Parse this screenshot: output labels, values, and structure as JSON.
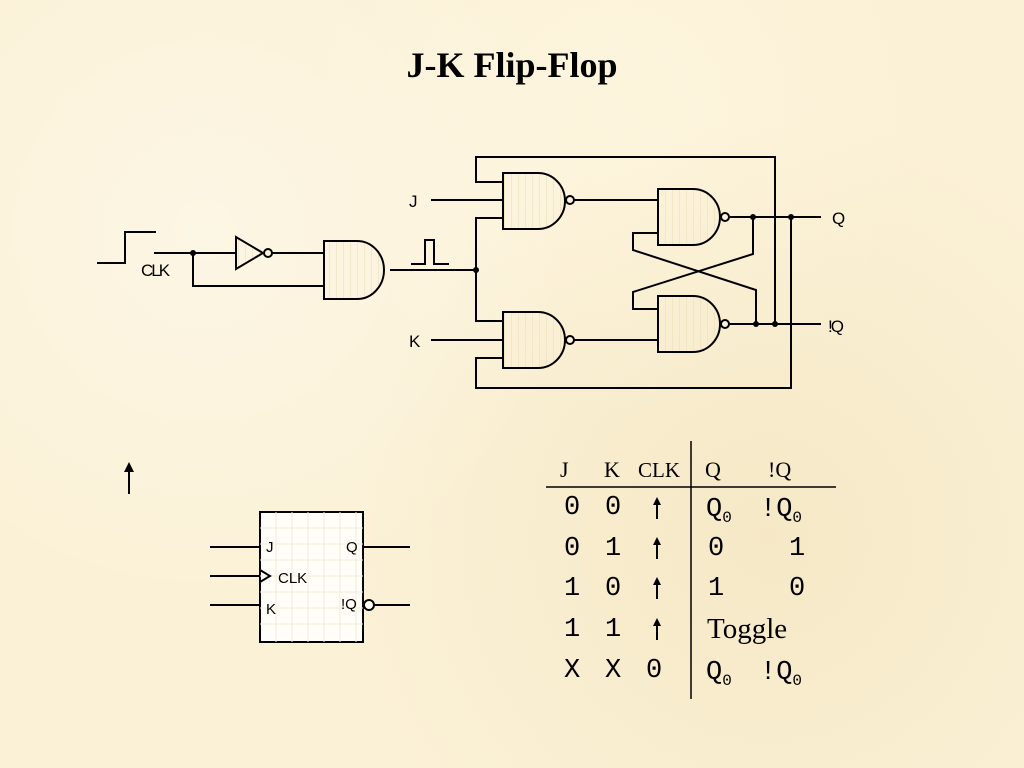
{
  "title": "J-K Flip-Flop",
  "circuit": {
    "j_label": "J",
    "k_label": "K",
    "clk_label": "CLK",
    "q_label": "Q",
    "qbar_label": "!Q"
  },
  "arrow_symbol": "↑",
  "block": {
    "j": "J",
    "clk": "CLK",
    "k": "K",
    "q": "Q",
    "qbar": "!Q"
  },
  "truth_table": {
    "headers": [
      "J",
      "K",
      "CLK",
      "Q",
      "!Q"
    ],
    "rows": [
      {
        "j": "0",
        "k": "0",
        "clk": "↑",
        "q": "Q",
        "q_sub": "0",
        "qbar": "!Q",
        "qbar_sub": "0"
      },
      {
        "j": "0",
        "k": "1",
        "clk": "↑",
        "q": "0",
        "qbar": "1"
      },
      {
        "j": "1",
        "k": "0",
        "clk": "↑",
        "q": "1",
        "qbar": "0"
      },
      {
        "j": "1",
        "k": "1",
        "clk": "↑",
        "q_text": "Toggle"
      },
      {
        "j": "X",
        "k": "X",
        "clk": "0",
        "q": "Q",
        "q_sub": "0",
        "qbar": "!Q",
        "qbar_sub": "0"
      }
    ]
  }
}
